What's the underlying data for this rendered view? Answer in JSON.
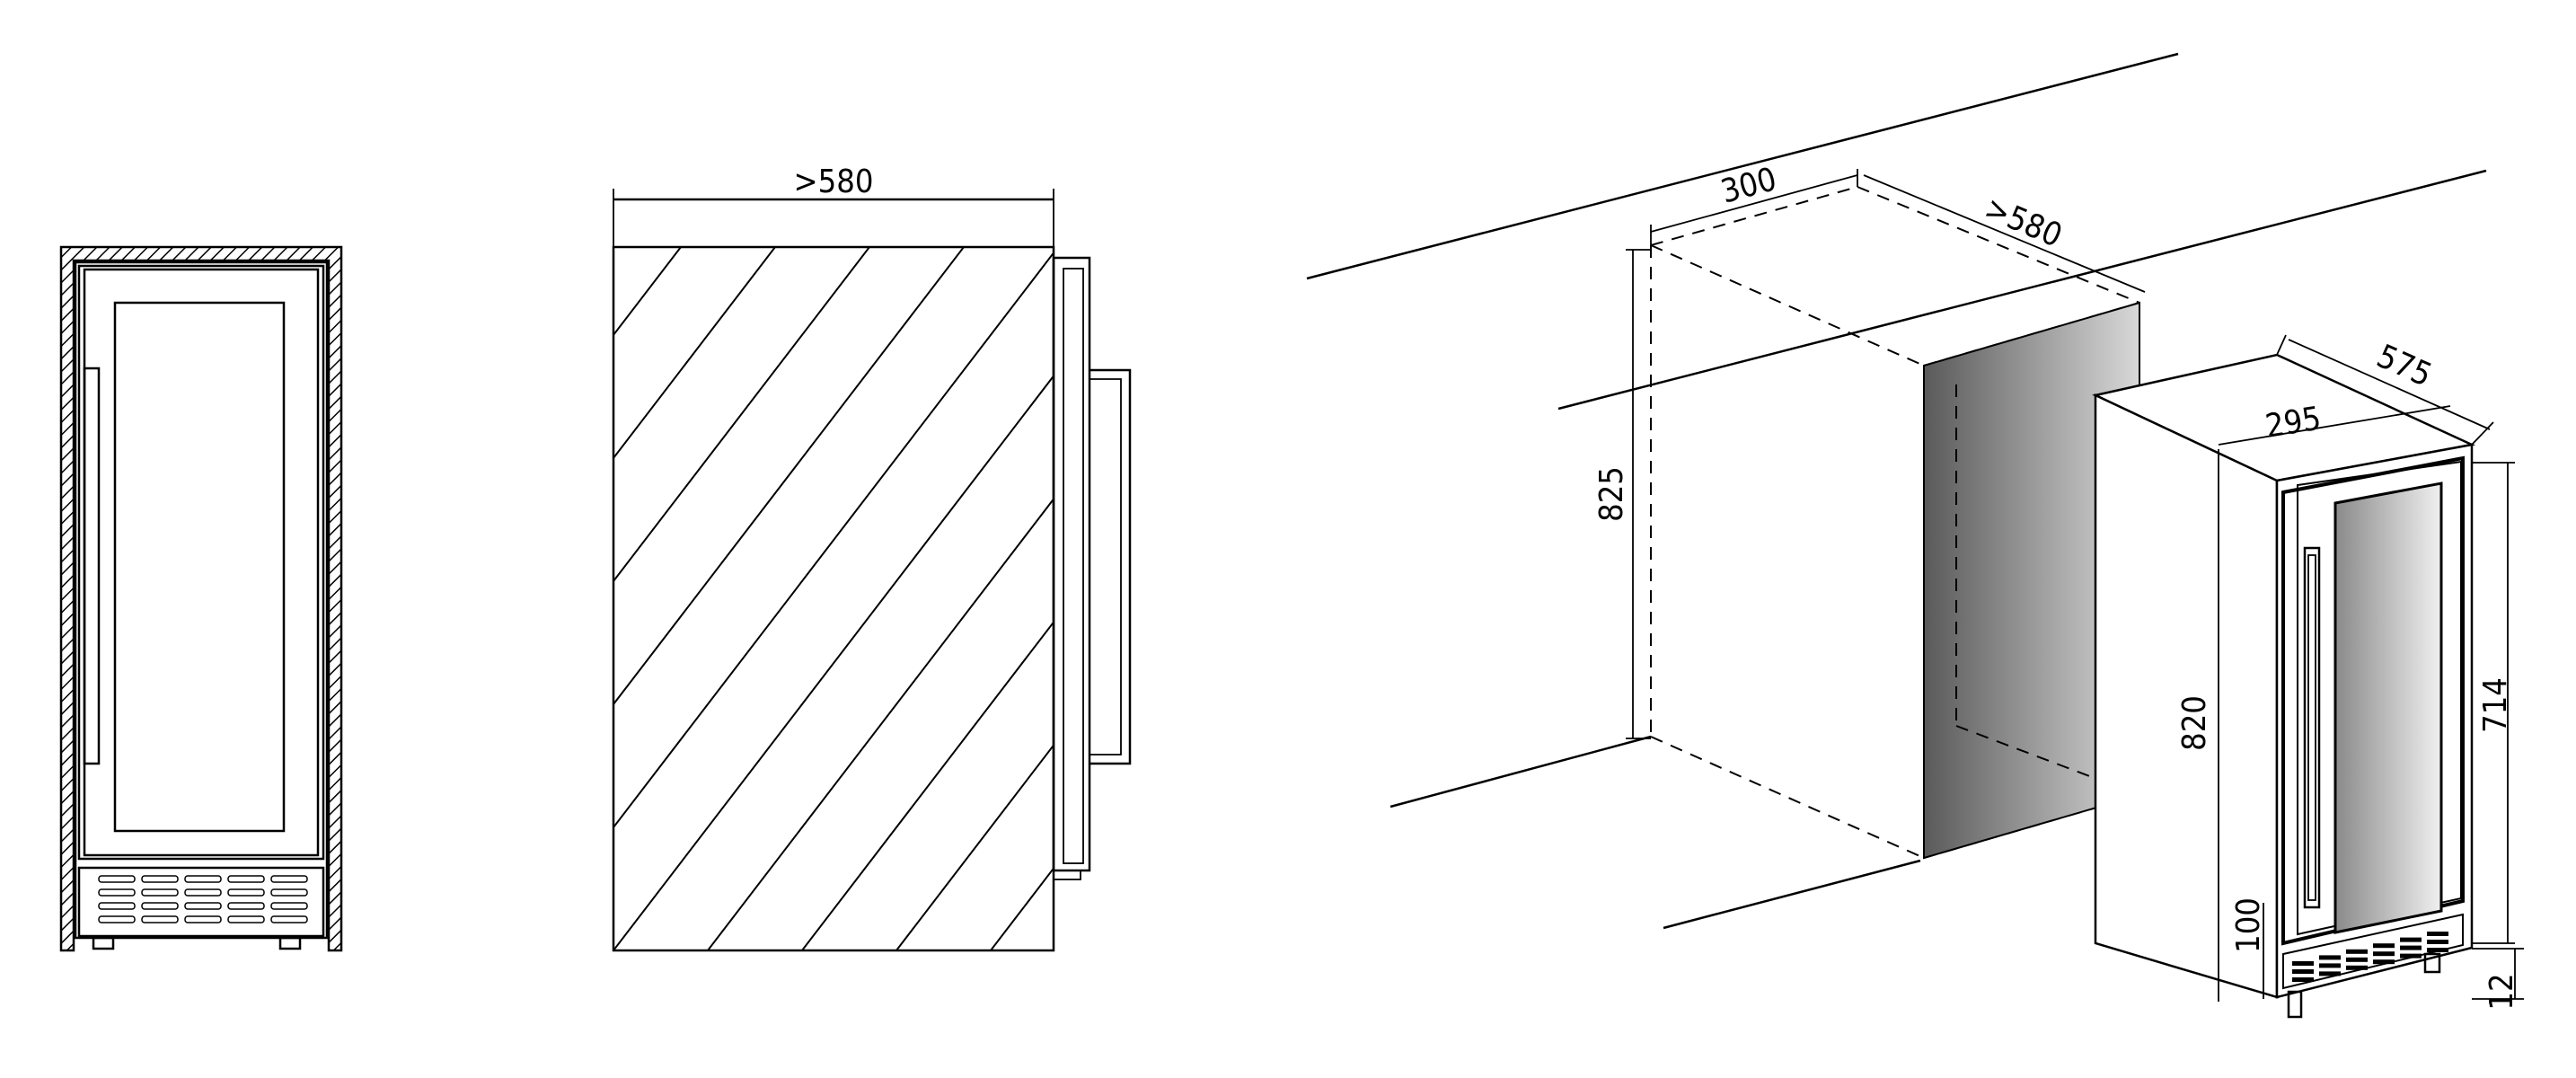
{
  "front_view": {
    "icon": "wine-cooler-front-icon"
  },
  "side_view": {
    "width_label": ">580"
  },
  "installation_view": {
    "niche_width_label": "300",
    "niche_depth_label": ">580",
    "niche_height_label": "825",
    "unit_depth_label": "575",
    "unit_width_label": "295",
    "unit_height_label": "820",
    "door_height_label": "714",
    "base_height_label": "100",
    "feet_height_label": "12"
  },
  "colors": {
    "line": "#000000",
    "niche_shade_dark": "#5a5a5a",
    "niche_shade_light": "#d8d8d8",
    "glass_dark": "#8a8a8a",
    "glass_light": "#f0f0f0"
  }
}
